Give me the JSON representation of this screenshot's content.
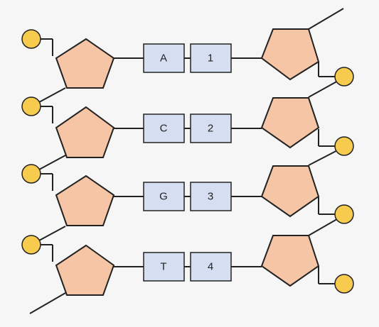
{
  "diagram": {
    "colors": {
      "background": "#f6f6f6",
      "sugar_fill": "#f5c5a6",
      "base_fill": "#d6dff2",
      "phosphate_fill": "#f7cb4d",
      "stroke": "#222222"
    },
    "rows": [
      {
        "base_label": "A",
        "pair_label": "1"
      },
      {
        "base_label": "C",
        "pair_label": "2"
      },
      {
        "base_label": "G",
        "pair_label": "3"
      },
      {
        "base_label": "T",
        "pair_label": "4"
      }
    ]
  }
}
